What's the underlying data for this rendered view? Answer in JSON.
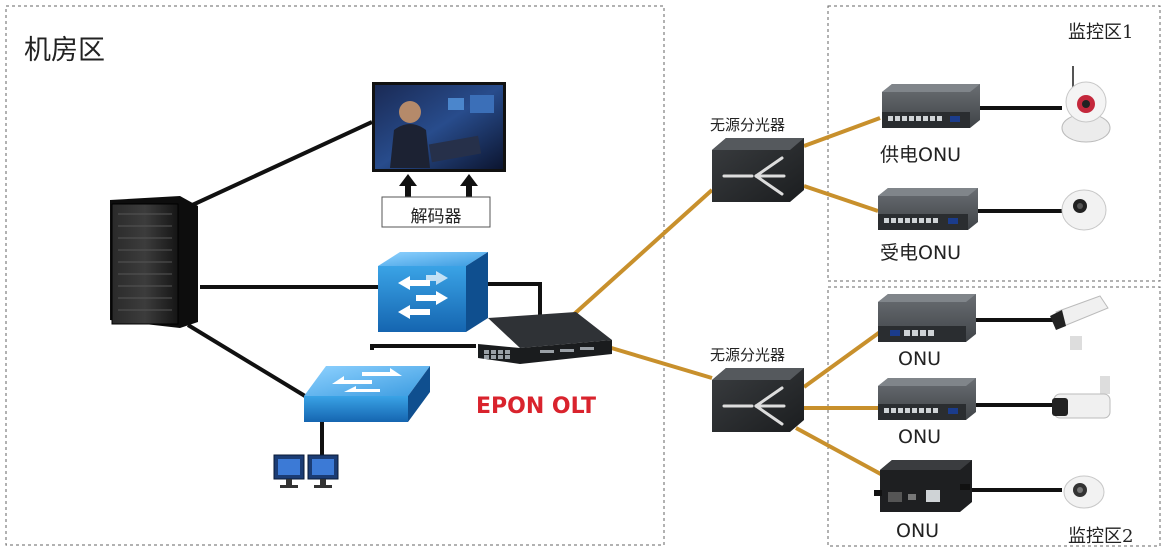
{
  "zones": {
    "machine_room": "机房区",
    "monitor_1": "监控区1",
    "monitor_2": "监控区2"
  },
  "devices": {
    "decoder": "解码器",
    "olt": "EPON OLT",
    "splitter_top": "无源分光器",
    "splitter_bottom": "无源分光器",
    "onu_poe_supply": "供电ONU",
    "onu_poe_receive": "受电ONU",
    "onu_1": "ONU",
    "onu_2": "ONU",
    "onu_3": "ONU"
  },
  "colors": {
    "fiber": "#c8902c",
    "copper": "#111111",
    "olt_label": "#d9232d",
    "switch_blue": "#1f7fc6"
  }
}
